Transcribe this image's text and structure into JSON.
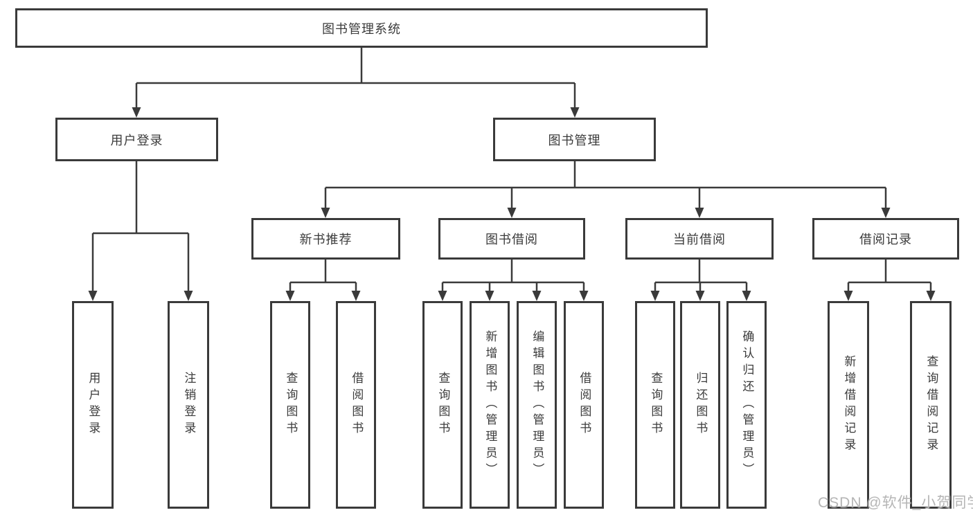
{
  "diagram": {
    "root": {
      "label": "图书管理系统"
    },
    "level2": [
      {
        "label": "用户登录"
      },
      {
        "label": "图书管理"
      }
    ],
    "level3": [
      {
        "label": "新书推荐"
      },
      {
        "label": "图书借阅"
      },
      {
        "label": "当前借阅"
      },
      {
        "label": "借阅记录"
      }
    ],
    "leaves": {
      "user_login": [
        {
          "label": "用户登录"
        },
        {
          "label": "注销登录"
        }
      ],
      "new_books": [
        {
          "label": "查询图书"
        },
        {
          "label": "借阅图书"
        }
      ],
      "borrowing": [
        {
          "label": "查询图书"
        },
        {
          "label": "新增图书（管理员）"
        },
        {
          "label": "编辑图书（管理员）"
        },
        {
          "label": "借阅图书"
        }
      ],
      "current": [
        {
          "label": "查询图书"
        },
        {
          "label": "归还图书"
        },
        {
          "label": "确认归还（管理员）"
        }
      ],
      "records": [
        {
          "label": "新增借阅记录"
        },
        {
          "label": "查询借阅记录"
        }
      ]
    }
  },
  "watermark": "CSDN @软件_小贺同学",
  "colors": {
    "line": "#3a3a3a",
    "box_border": "#3a3a3a",
    "text": "#3b3b3b",
    "watermark_text": "#b5b5b5",
    "background": "#ffffff"
  }
}
